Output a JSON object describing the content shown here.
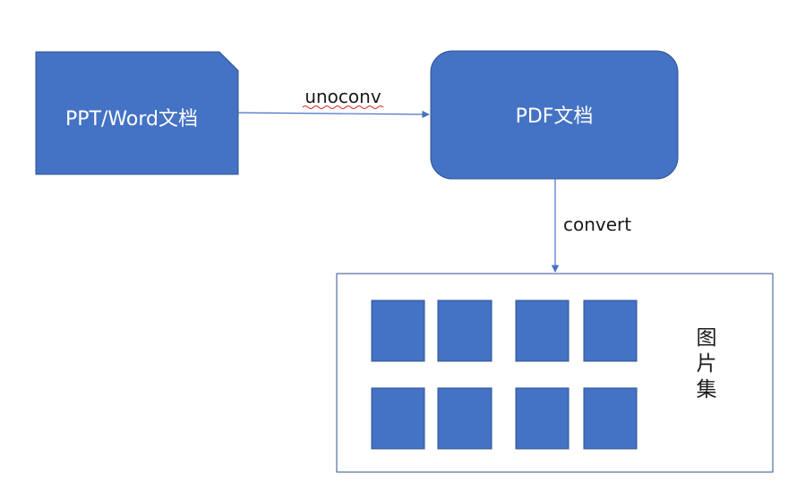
{
  "colors": {
    "shape_fill": "#4472c4",
    "shape_stroke": "#2f528f",
    "connector": "#4472c4",
    "container_stroke": "#2f528f",
    "text_on_shape": "#ffffff",
    "text_dark": "#1a1a1a",
    "spellcheck_underline": "#e02020"
  },
  "nodes": {
    "source_doc": {
      "label": "PPT/Word文档",
      "shape": "document-dog-ear"
    },
    "pdf_doc": {
      "label": "PDF文档",
      "shape": "rounded-rectangle"
    },
    "image_set": {
      "label_lines": [
        "图",
        "片",
        "集"
      ],
      "shape": "container",
      "thumbnail_count": 8
    }
  },
  "edges": {
    "to_pdf": {
      "label": "unoconv",
      "from": "source_doc",
      "to": "pdf_doc"
    },
    "to_images": {
      "label": "convert",
      "from": "pdf_doc",
      "to": "image_set"
    }
  }
}
